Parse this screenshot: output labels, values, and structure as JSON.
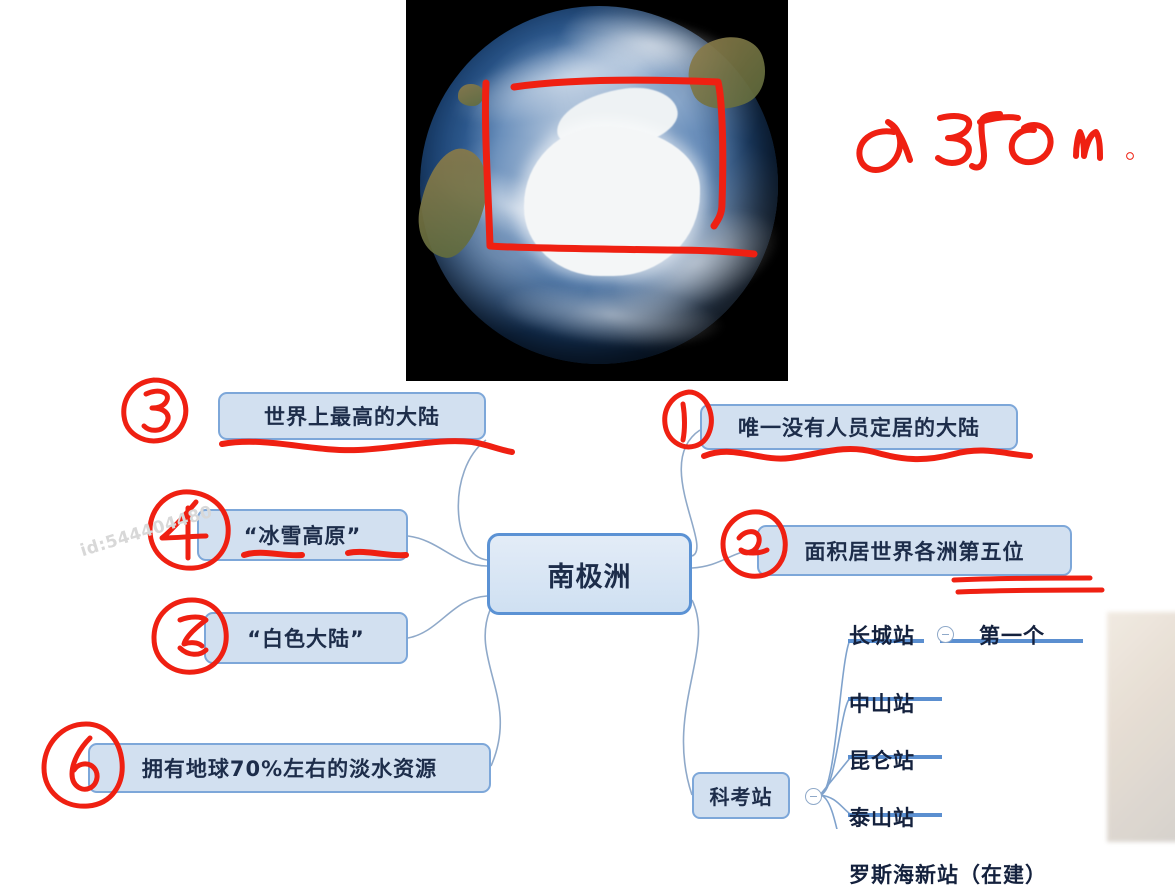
{
  "photo": {
    "alt_name": "earth-antarctica-satellite-photo",
    "annotation_box_color": "#ef2012"
  },
  "handwriting": {
    "ink_color": "#ef2012",
    "altitude_note": "2350m.",
    "marks": [
      {
        "name": "circled-1",
        "label": "1",
        "refers_to": "node-no-residents"
      },
      {
        "name": "circled-2",
        "label": "2",
        "refers_to": "node-fifth-area"
      },
      {
        "name": "circled-3",
        "label": "3",
        "refers_to": "node-highest"
      },
      {
        "name": "circled-4",
        "label": "4",
        "refers_to": "node-ice-plateau"
      },
      {
        "name": "circled-5",
        "label": "5",
        "refers_to": "node-white-continent"
      },
      {
        "name": "circled-6",
        "label": "6",
        "refers_to": "node-freshwater"
      }
    ]
  },
  "mindmap": {
    "center": "南极洲",
    "left_nodes": [
      {
        "id": "node-highest",
        "label": "世界上最高的大陆"
      },
      {
        "id": "node-ice-plateau",
        "label": "“冰雪高原”"
      },
      {
        "id": "node-white-continent",
        "label": "“白色大陆”"
      },
      {
        "id": "node-freshwater",
        "label": "拥有地球70%左右的淡水资源"
      }
    ],
    "right_nodes": [
      {
        "id": "node-no-residents",
        "label": "唯一没有人员定居的大陆"
      },
      {
        "id": "node-fifth-area",
        "label": "面积居世界各洲第五位"
      },
      {
        "id": "node-stations",
        "label": "科考站"
      }
    ],
    "stations": [
      {
        "name": "长城站",
        "note": "第一个"
      },
      {
        "name": "中山站",
        "note": ""
      },
      {
        "name": "昆仑站",
        "note": ""
      },
      {
        "name": "泰山站",
        "note": ""
      },
      {
        "name": "罗斯海新站（在建）",
        "note": ""
      }
    ],
    "colors": {
      "node_fill": "#d2e0f0",
      "node_border": "#7da7d9",
      "node_text": "#1d2d4a",
      "branch": "#8fa9c9",
      "leaf_underline": "#5b8fd0"
    }
  },
  "watermark": {
    "text": "id:544404480"
  }
}
